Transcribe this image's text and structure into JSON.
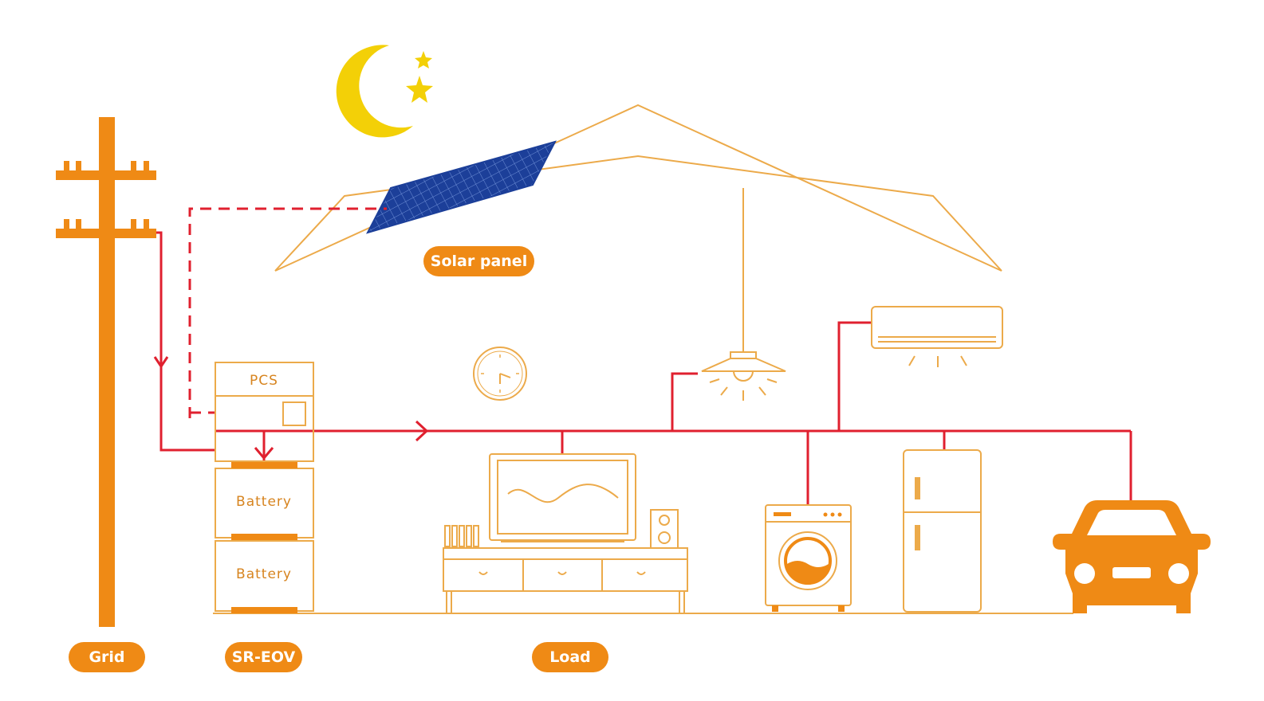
{
  "labels": {
    "solar_panel": "Solar panel",
    "grid": "Grid",
    "storage": "SR-EOV",
    "load": "Load"
  },
  "storage_unit": {
    "pcs": "PCS",
    "battery_1": "Battery",
    "battery_2": "Battery"
  },
  "colors": {
    "outline": "#ecaa4a",
    "accent": "#ef8a15",
    "power_line": "#e0202f",
    "solar_panel": "#1c3f99",
    "moon": "#f3d007"
  },
  "scene": {
    "time_of_day": "night",
    "power_flow": "grid-to-battery-and-load"
  }
}
